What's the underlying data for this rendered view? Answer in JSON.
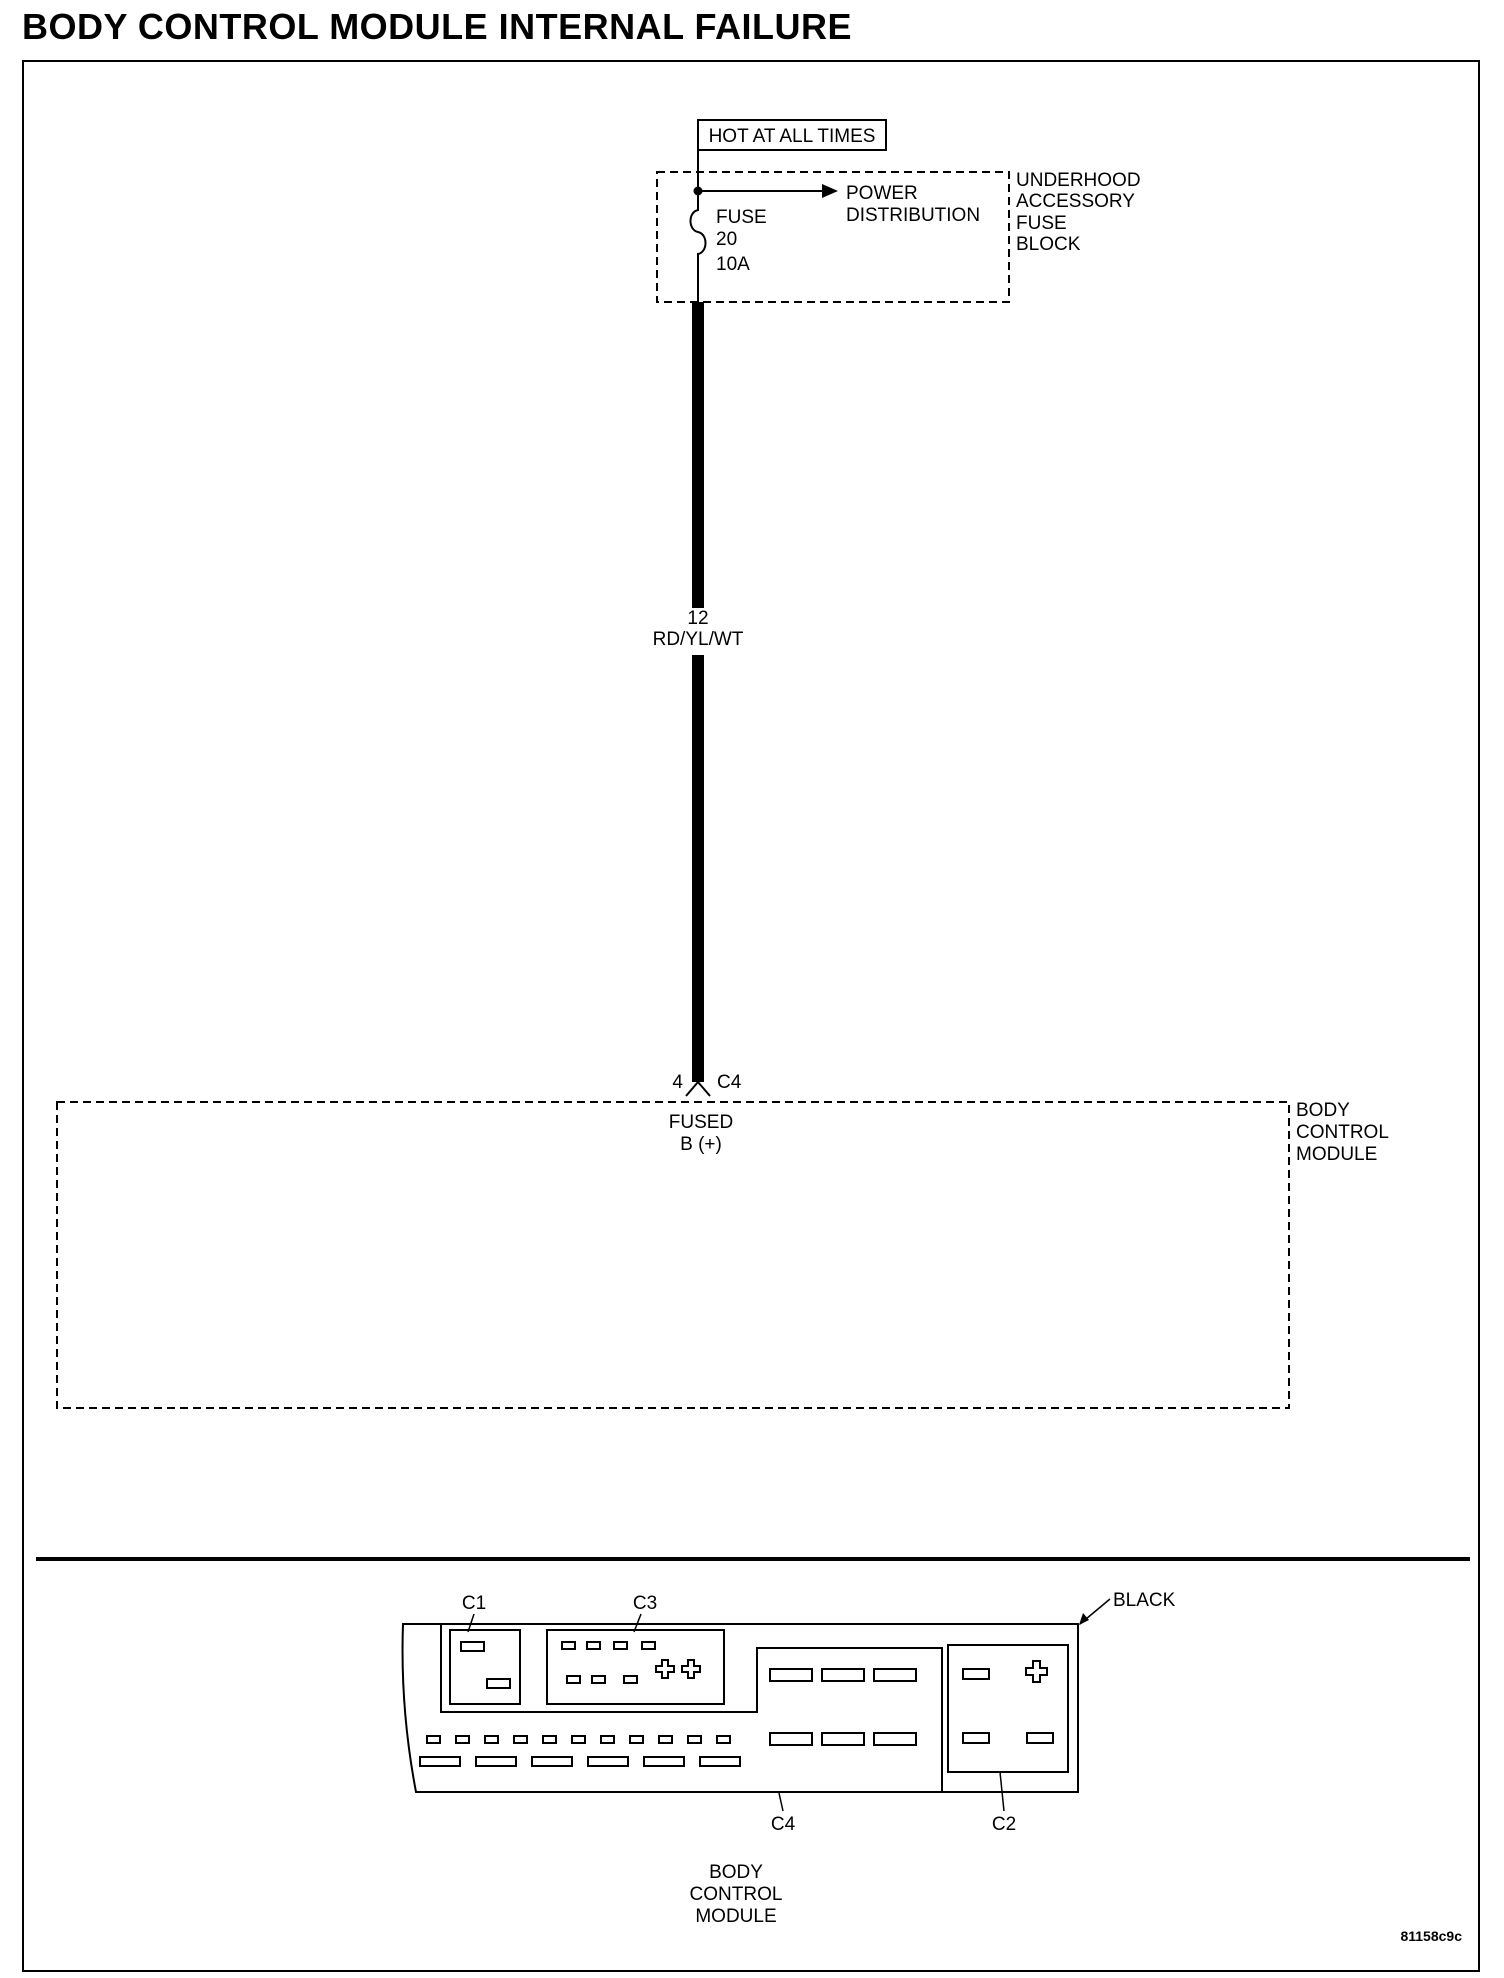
{
  "title": "BODY CONTROL MODULE INTERNAL FAILURE",
  "schematic": {
    "hot_label": "HOT AT ALL TIMES",
    "fuse_block": {
      "label": [
        "UNDERHOOD",
        "ACCESSORY",
        "FUSE",
        "BLOCK"
      ]
    },
    "fuse": {
      "name": "FUSE",
      "number": "20",
      "rating": "10A"
    },
    "power_distribution": [
      "POWER",
      "DISTRIBUTION"
    ],
    "wire": {
      "circuit": "12",
      "color": "RD/YL/WT"
    },
    "connector": {
      "pin": "4",
      "name": "C4"
    },
    "bcm": {
      "label": [
        "BODY",
        "CONTROL",
        "MODULE"
      ],
      "input": [
        "FUSED",
        "B (+)"
      ]
    }
  },
  "connector_view": {
    "labels": {
      "c1": "C1",
      "c2": "C2",
      "c3": "C3",
      "c4": "C4",
      "color": "BLACK"
    },
    "caption": [
      "BODY",
      "CONTROL",
      "MODULE"
    ]
  },
  "figure_id": "81158c9c"
}
